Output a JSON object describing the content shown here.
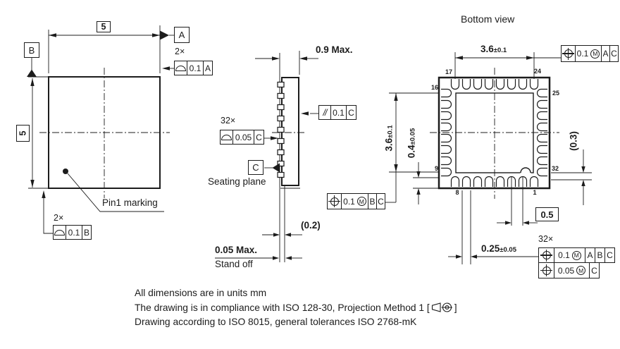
{
  "views": {
    "top": {
      "dim_width": "5",
      "dim_height": "5",
      "count_top": "2×",
      "count_bottom": "2×",
      "pin1_label": "Pin1 marking",
      "datum_a": "A",
      "datum_b": "B",
      "fcf_top": {
        "tol": "0.1",
        "datum": "A"
      },
      "fcf_bottom": {
        "tol": "0.1",
        "datum": "B"
      }
    },
    "side": {
      "dim_height": "0.9 Max.",
      "count": "32×",
      "fcf_coplanarity": {
        "tol": "0.05",
        "datum": "C"
      },
      "fcf_parallelism": {
        "tol": "0.1",
        "datum": "C"
      },
      "datum_c": "C",
      "seating_plane_label": "Seating plane",
      "dim_lead_thickness": "(0.2)",
      "dim_standoff": "0.05 Max.",
      "standoff_label": "Stand off"
    },
    "bottom": {
      "title": "Bottom view",
      "dim_pad_width": {
        "value": "3.6",
        "tol": "±0.1"
      },
      "dim_pad_height": {
        "value": "3.6",
        "tol": "±0.1"
      },
      "dim_pin_length": {
        "value": "0.4",
        "tol": "±0.05"
      },
      "dim_pin_width": {
        "value": "0.25",
        "tol": "±0.05"
      },
      "dim_corner_gap": "(0.3)",
      "dim_pitch": "0.5",
      "count": "32×",
      "pin_numbers": {
        "p17": "17",
        "p24": "24",
        "p16": "16",
        "p25": "25",
        "p9": "9",
        "p32": "32",
        "p8": "8",
        "p1": "1"
      },
      "fcf_pattern_ac": {
        "tol": "0.1",
        "datums": [
          "A",
          "C"
        ]
      },
      "fcf_pattern_bc": {
        "tol": "0.1",
        "datums": [
          "B",
          "C"
        ]
      },
      "fcf_pins_row1": {
        "tol": "0.1",
        "datums": [
          "A",
          "B",
          "C"
        ]
      },
      "fcf_pins_row2": {
        "tol": "0.05",
        "datums": [
          "C"
        ]
      }
    }
  },
  "symbols": {
    "parallelism": "//",
    "mmc": "M"
  },
  "colors": {
    "line": "#1c1c1c",
    "background": "#ffffff"
  },
  "footer": {
    "line1": "All dimensions are in units mm",
    "line2_prefix": "The drawing is in compliance with ISO 128-30, Projection Method 1 [",
    "line2_suffix": "]",
    "line3": "Drawing according to ISO 8015, general tolerances ISO 2768-mK"
  }
}
